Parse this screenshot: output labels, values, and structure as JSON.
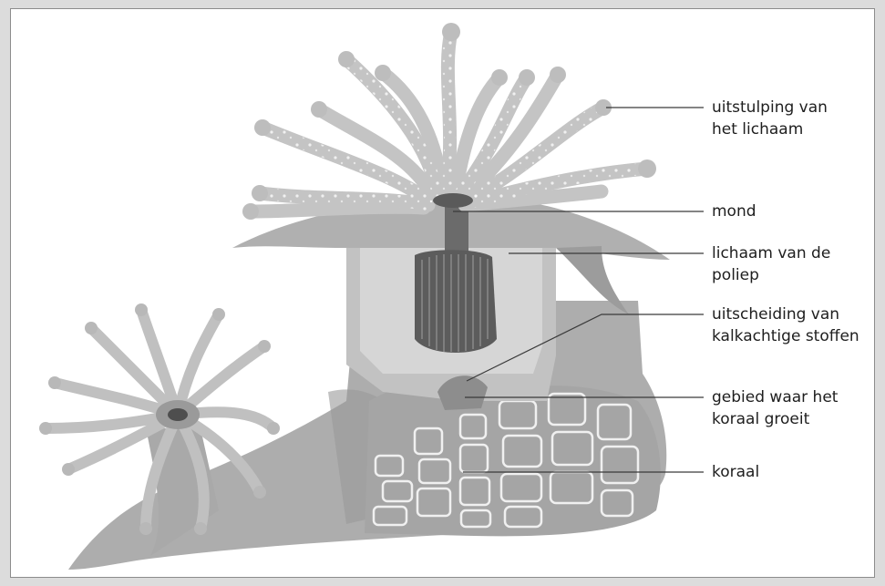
{
  "labels": {
    "uitstulping": [
      "uitstulping van",
      "het lichaam"
    ],
    "mond": [
      "mond"
    ],
    "lichaam": [
      "lichaam van de",
      "poliep"
    ],
    "uitscheiding": [
      "uitscheiding van",
      "kalkachtige stoffen"
    ],
    "gebied": [
      "gebied waar het",
      "koraal groeit"
    ],
    "koraal": [
      "koraal"
    ]
  },
  "colors": {
    "background": "#dcdcdc",
    "panel": "#ffffff",
    "tissue": "#b3b3b3",
    "tissue_light": "#c9c9c9",
    "cut_face": "#d9d9d9",
    "pharynx": "#5c5c5c",
    "leader_line": "#3a3a3a"
  }
}
